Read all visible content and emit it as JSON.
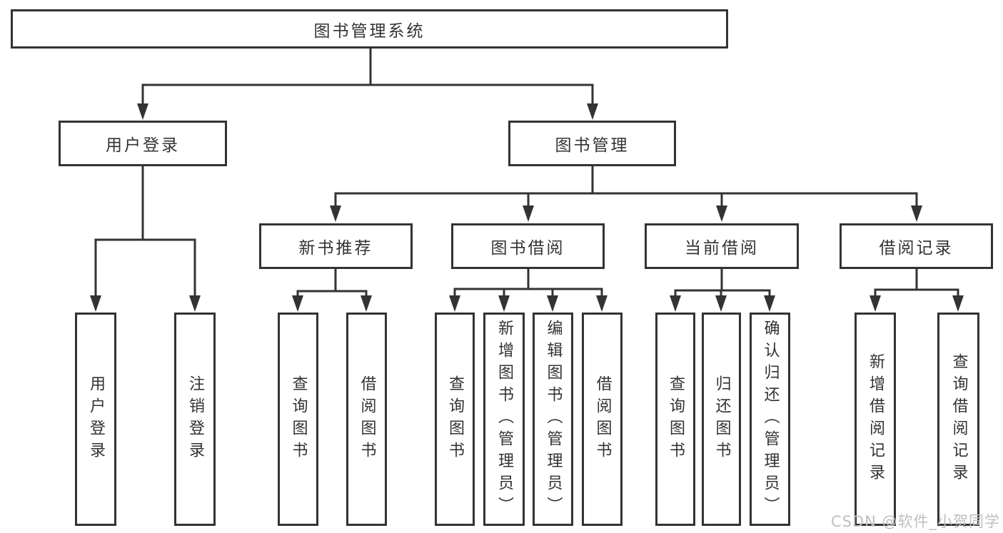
{
  "diagram": {
    "root": "图书管理系统",
    "user_login": {
      "label": "用户登录",
      "children": [
        "用户登录",
        "注销登录"
      ]
    },
    "book_management": {
      "label": "图书管理",
      "sections": [
        {
          "label": "新书推荐",
          "children": [
            "查询图书",
            "借阅图书"
          ]
        },
        {
          "label": "图书借阅",
          "children": [
            "查询图书",
            "新增图书（管理员）",
            "编辑图书（管理员）",
            "借阅图书"
          ]
        },
        {
          "label": "当前借阅",
          "children": [
            "查询图书",
            "归还图书",
            "确认归还（管理员）"
          ]
        },
        {
          "label": "借阅记录",
          "children": [
            "新增借阅记录",
            "查询借阅记录"
          ]
        }
      ]
    }
  },
  "watermark": "CSDN @软件_小贺同学",
  "colors": {
    "line": "#333333",
    "text": "#333333",
    "background": "#ffffff",
    "watermark": "#bfbfc4"
  }
}
